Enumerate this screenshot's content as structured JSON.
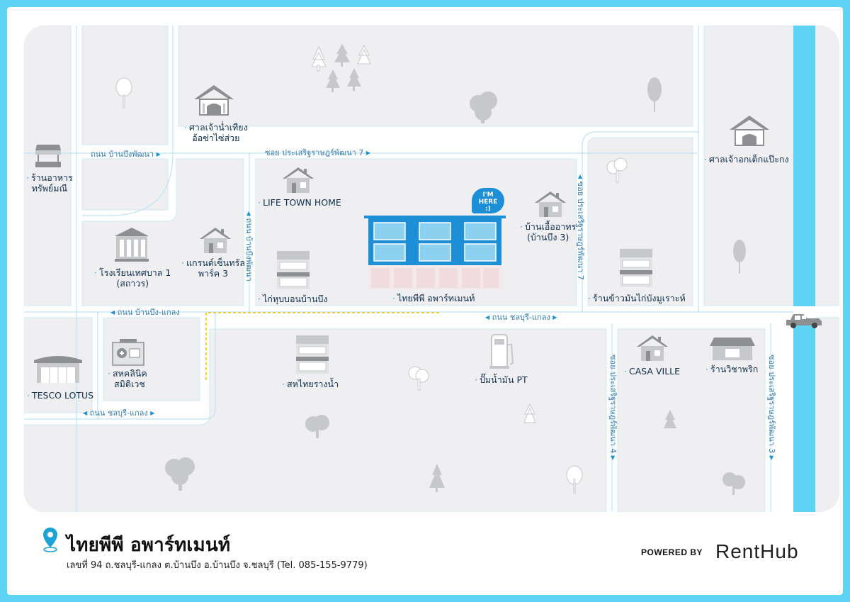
{
  "colors": {
    "frame": "#5fd3f3",
    "river": "#5fd3f3",
    "block": "#efeff1",
    "road_line": "#bfe3f2",
    "building_blue": "#1c8fd6",
    "label_dot": "#1ca3d6",
    "path_dotted": "#f1c40f"
  },
  "bubble": {
    "line1": "I'M",
    "line2": "HERE",
    "line3": ":)"
  },
  "places": {
    "shrine_top": {
      "line1": "ศาลเจ้าน่ำเทียง",
      "line2": "อ้อซ่าไซ่ส่วย",
      "icon": "shrine-icon"
    },
    "shrine_right": {
      "label": "ศาลเจ้าอกเต็กแป๊ะกง",
      "icon": "shrine-icon"
    },
    "restaurant": {
      "line1": "ร้านอาหาร",
      "line2": "ทรัพย์มณี",
      "icon": "food-stall-icon"
    },
    "school": {
      "line1": "โรงเรียนเทศบาล 1",
      "line2": "(สถาวร)",
      "icon": "school-icon"
    },
    "grand_central": {
      "line1": "แกรนด์เซ็นทรัล",
      "line2": "พาร์ค 3",
      "icon": "house-icon"
    },
    "life_town": {
      "label": "LIFE TOWN HOME",
      "icon": "house-icon"
    },
    "chicken": {
      "label": "ไก่หุบบอนบ้านบึง",
      "icon": "shophouse-icon"
    },
    "main": {
      "label": "ไทยพีพี อพาร์ทเมนท์",
      "icon": "apartment-icon"
    },
    "ban_ua": {
      "line1": "บ้านเอื้ออาทร",
      "line2": "(บ้านบึง 3)",
      "icon": "house-icon"
    },
    "chicken_rice": {
      "label": "ร้านข้าวมันไก่บังมูเราะห์",
      "icon": "shophouse-icon"
    },
    "tesco": {
      "label": "TESCO LOTUS",
      "icon": "supermarket-icon"
    },
    "clinic": {
      "line1": "สหคลินิค",
      "line2": "สมิติเวช",
      "icon": "clinic-icon"
    },
    "sahathai": {
      "label": "สหไทยรางน้ำ",
      "icon": "shophouse-icon"
    },
    "pt": {
      "label": "ปั๊มน้ำมัน PT",
      "icon": "gas-pump-icon"
    },
    "casa": {
      "label": "CASA VILLE",
      "icon": "house-icon"
    },
    "witcha": {
      "label": "ร้านวิชาพริก",
      "icon": "shop-icon"
    }
  },
  "roads": {
    "ban_bueng_pattana": "ถนน บ้านบึงพัฒนา",
    "soi_7_top": "ซอย ประเสริฐราษฎร์พัฒนา 7",
    "soi_7_vertical": "ซอย ประเสริฐราษฎร์พัฒนา 7",
    "ban_bueng_pattana_vertical": "ถนน บ้านบึงพัฒนา",
    "ban_bueng_klaeng": "ถนน บ้านบึง-แกลง",
    "chonburi_klaeng_main": "ถนน ชลบุรี-แกลง",
    "chonburi_klaeng_left": "ถนน ชลบุรี-แกลง",
    "soi_4": "ซอย ประเสริฐราษฎร์พัฒนา 4",
    "soi_3": "ซอย ประเสริฐราษฎร์พัฒนา 3"
  },
  "footer": {
    "title": "ไทยพีพี อพาร์ทเมนท์",
    "address": "เลขที่ 94 ถ.ชลบุรี-แกลง  ต.บ้านบึง อ.บ้านบึง จ.ชลบุรี  (Tel. 085-155-9779)",
    "powered_by": "POWERED BY",
    "brand": "RentHub"
  }
}
